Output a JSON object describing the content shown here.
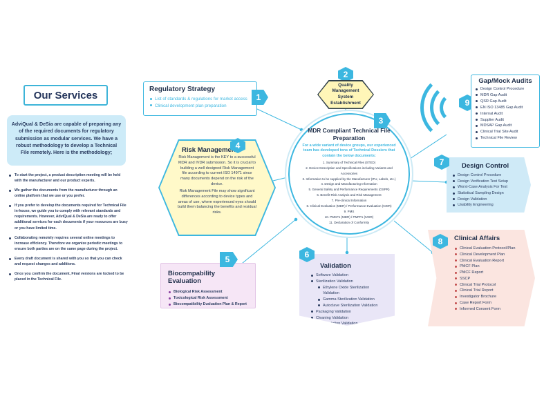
{
  "left": {
    "title": "Our Services",
    "intro": "AdviQual & DeSia are capable of preparing any of the required documents for regulatory submission as modular services. We have a robust methodology to develop a Technical File remotely. Here is the methodology;",
    "steps": [
      "To start the project, a product description meeting will be held with the manufacturer and our product experts.",
      "We gather the documents from the manufacturer through an online platform that we use or you prefer.",
      "If you prefer to develop the documents required for Technical File in-house, we guide you to comply with relevant standards and requirements. However, AdviQual & DeSia are ready to offer additional services for each documents if your resources are busy or you have limited time.",
      "Collaborating remotely requires several online meetings to increase efficiency. Therefore we organize periodic meetings to ensure both parties are on the same page during the project.",
      "Every draft document is shared with you so that you can check and request changes and additions.",
      "Once you confirm the document, Final versions are locked to be placed in the Technical File."
    ]
  },
  "regulatory": {
    "num": "1",
    "title": "Regulatory Strategy",
    "items": [
      "List of standards & regulations for market access",
      "Clinical development plan preparation"
    ]
  },
  "qms": {
    "num": "2",
    "title": "Quality Management System Establishment"
  },
  "mdr": {
    "num": "3",
    "title": "MDR Compliant Technical File Preparation",
    "subtitle": "For a wide variant of device groups, our experienced team has developed tons of Technical Dossiers that contain the below documents:",
    "items": [
      "1. Summary of Technical Files (STED)",
      "2. Device Description and Specifications including Variants and Accessories",
      "3. Information to be supplied by the Manufacturer (IFU, Labels, etc.)",
      "4. Design and Manufacturing Information",
      "5. General Safety and Performance Requirements (GSPR)",
      "6. Benefit-Risk Analysis and Risk Management",
      "7. Pre-clinical Information",
      "8. Clinical Evaluation (MDR) / Performance Evaluation (IVDR)",
      "9. PMS",
      "10. PMCFs (MDR) / PMPFs (IVDR)",
      "11. Declaration of Conformity"
    ]
  },
  "risk": {
    "num": "4",
    "title": "Risk Management",
    "p1": "Risk Management is the KEY to a successful MDR and IVDR submission. So it is crucial to building a well designed Risk Management file according to current ISO 14971 since many documents depend on the risk of the device.",
    "p2": "Risk Management File may show significant differences according to device types and areas of use, where experienced eyes should build them balancing the benefits and residual risks."
  },
  "bio": {
    "num": "5",
    "title": "Biocompability Evaluation",
    "items": [
      "Biological Risk Assessment",
      "Toxicological Risk Assessment",
      "Biocompatibility Evaluation Plan & Report"
    ]
  },
  "validation": {
    "num": "6",
    "title": "Validation",
    "items": [
      {
        "text": "Software Validation",
        "sub": false
      },
      {
        "text": "Sterilization Validation",
        "sub": false
      },
      {
        "text": "Ethylene Oxide Sterilization Validation",
        "sub": true
      },
      {
        "text": "Gamma Sterilization Validation",
        "sub": true
      },
      {
        "text": "Autoclave Sterilization Validation",
        "sub": true
      },
      {
        "text": "Packaging Validation",
        "sub": false
      },
      {
        "text": "Cleaning Validation",
        "sub": false
      },
      {
        "text": "Transportation Validation",
        "sub": false
      }
    ]
  },
  "design": {
    "num": "7",
    "title": "Design Control",
    "items": [
      "Design Control Procedure",
      "Design Verification Test Setup",
      "Worst-Case Analysis For Test",
      "Statistical Sampling Design",
      "Design Validation",
      "Usability Engineering"
    ]
  },
  "clinical": {
    "num": "8",
    "title": "Clinical Affairs",
    "items": [
      "Clinical Evaluation Protocol/Plan",
      "Clinical Development Plan",
      "Clinical Evaluation Report",
      "PMCF Plan",
      "PMCF Report",
      "SSCP",
      "Clinical Trial Protocol",
      "Clinical Trial Report",
      "Investigator Brochure",
      "Case Report Form",
      "Informed Consent Form"
    ]
  },
  "gap": {
    "num": "9",
    "title": "Gap/Mock Audits",
    "items": [
      "Design Control Procedure",
      "MDR Gap Audit",
      "QSR Gap Audit",
      "EN ISO 13485 Gap Audit",
      "Internal Audit",
      "Supplier Audit",
      "MDSAP Gap Audit",
      "Clinical Trial Site Audit",
      "Technical File Review"
    ]
  },
  "colors": {
    "accent": "#3cb7e0",
    "navy": "#1f2f4a",
    "yellow": "#fff9c9",
    "lavender": "#e9e6f7",
    "pink": "#fbe5e0",
    "lightblue": "#cfeaf7"
  }
}
